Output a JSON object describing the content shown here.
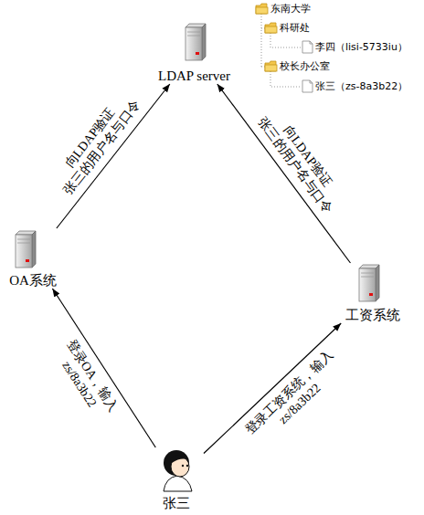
{
  "diagram": {
    "nodes": [
      {
        "text": [
          "LDAP server"
        ]
      },
      {
        "text": [
          "OA系统"
        ]
      },
      {
        "text": [
          "工资系统"
        ]
      },
      {
        "text": [
          "张三"
        ]
      }
    ],
    "edges": [
      {
        "from": 3,
        "to": 1,
        "arrow": "to",
        "label": "登录OA，输入 zs/8a3b22"
      },
      {
        "from": 3,
        "to": 2,
        "arrow": "to",
        "label": "登录工资系统，输入 zs/8a3b22"
      },
      {
        "from": 1,
        "to": 0,
        "arrow": "to",
        "label": "向LDAP验证 张三的用户名与口令"
      },
      {
        "from": 2,
        "to": 0,
        "arrow": "to",
        "label": "向LDAP验证 张三的用户名与口令"
      }
    ],
    "labels": [
      "东南大学",
      "科研处",
      "李四（lisi-5733iu）",
      "校长办公室",
      "张三（zs-8a3b22）"
    ]
  }
}
